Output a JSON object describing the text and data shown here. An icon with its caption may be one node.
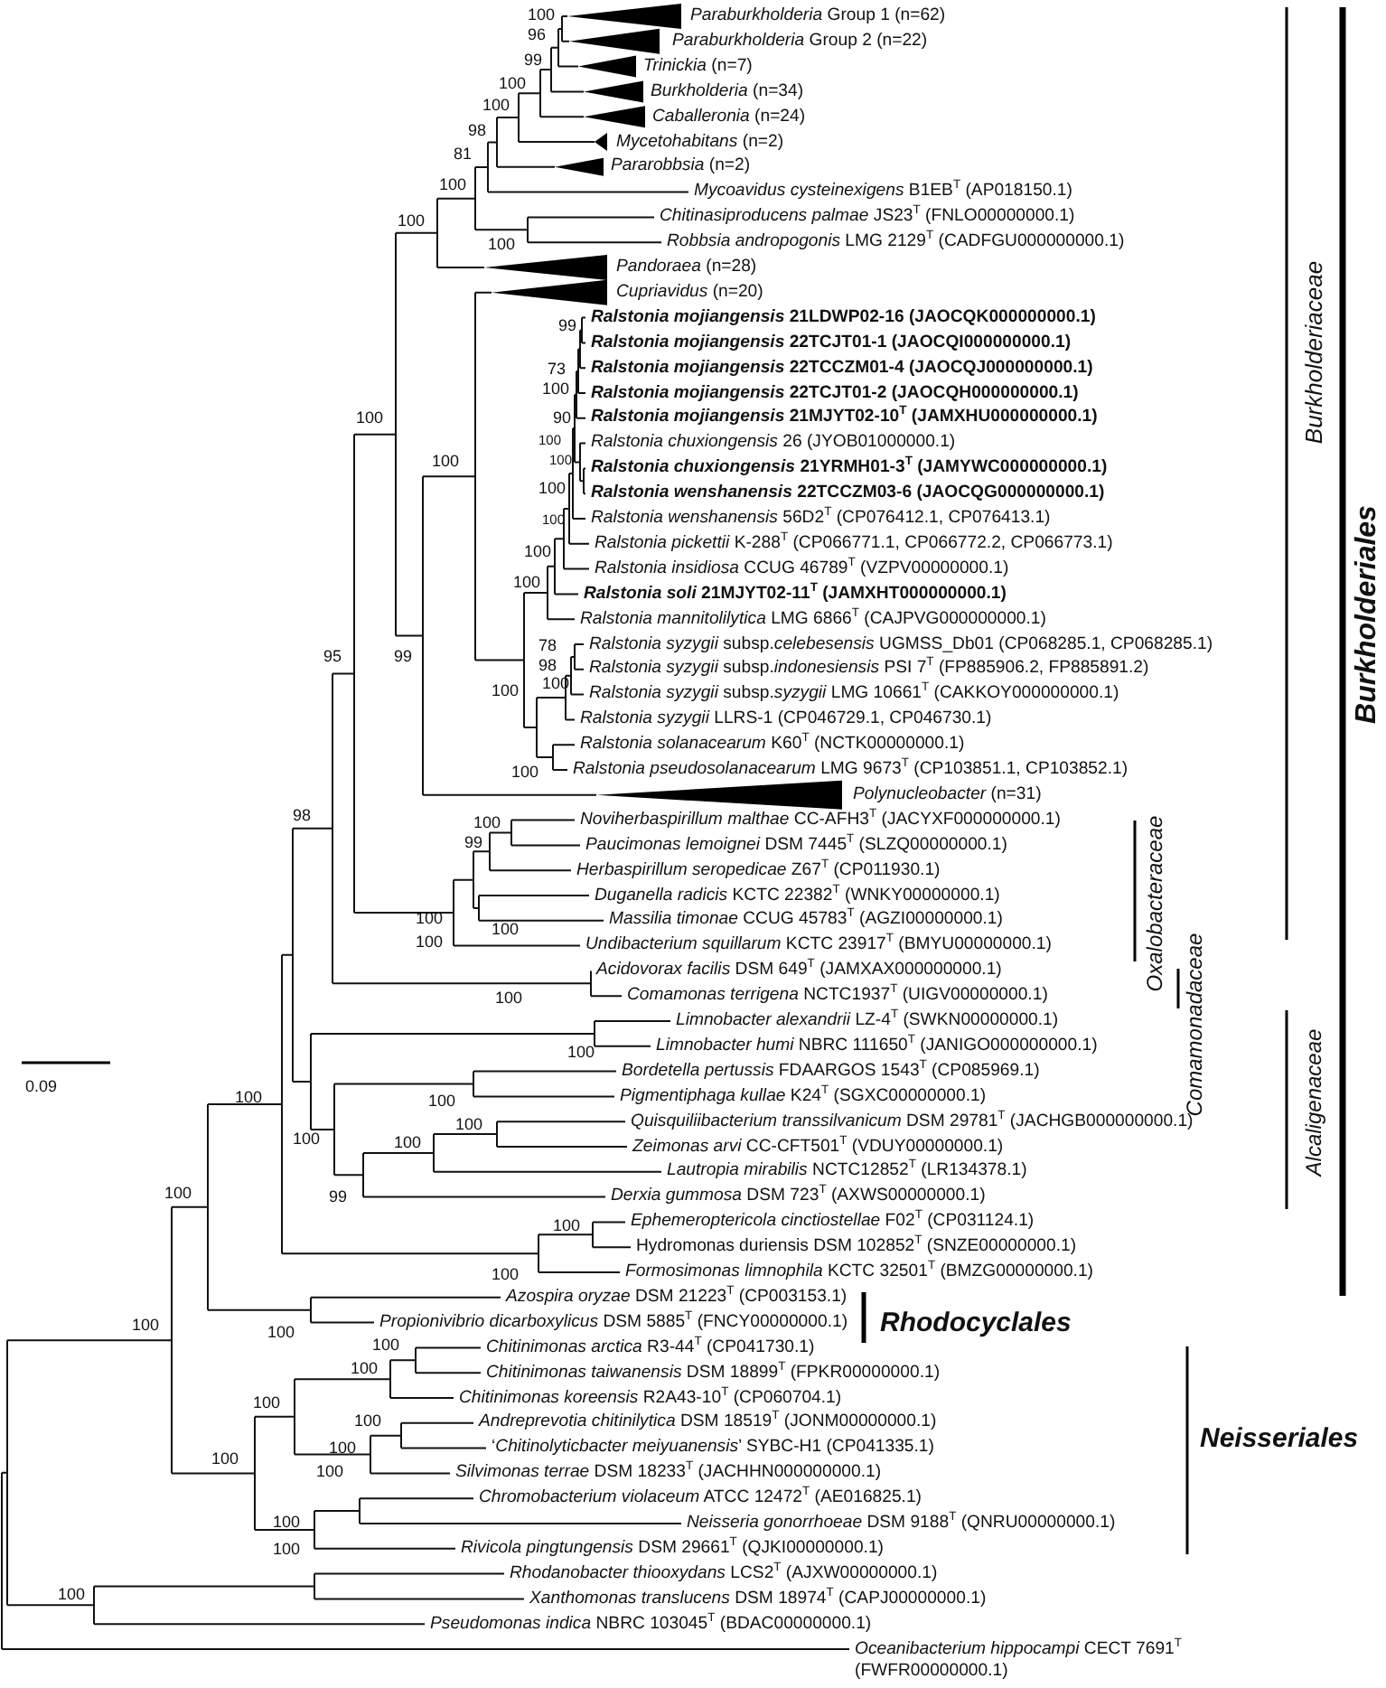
{
  "diagram": {
    "labels": [
      "*Paraburkholderia* Group 1 (n=62)",
      "*Paraburkholderia* Group 2 (n=22)",
      "*Trinickia* (n=7)",
      "*Burkholderia* (n=34)",
      "*Caballeronia* (n=24)",
      "*Mycetohabitans* (n=2)",
      "*Pararobbsia* (n=2)",
      "*Mycoavidus cysteinexigens* B1EB$^{T}$ (AP018150.1)",
      "*Chitinasiproducens palmae* JS23$^{T}$ (FNLO00000000.1)",
      "*Robbsia andropogonis* LMG 2129$^{T}$ (CADFGU000000000.1)",
      "*Pandoraea* (n=28)",
      "*Cupriavidus* (n=20)",
      "*Ralstonia mojiangensis* 21LDWP02-16 (JAOCQK000000000.1)",
      "*Ralstonia mojiangensis* 22TCJT01-1 (JAOCQI000000000.1)",
      "*Ralstonia mojiangensis* 22TCCZM01-4 (JAOCQJ000000000.1)",
      "*Ralstonia mojiangensis* 22TCJT01-2 (JAOCQH000000000.1)",
      "*Ralstonia mojiangensis* 21MJYT02-10$^{T}$ (JAMXHU000000000.1)",
      "*Ralstonia chuxiongensis* 26 (JYOB01000000.1)",
      "*Ralstonia chuxiongensis* 21YRMH01-3$^{T}$ (JAMYWC000000000.1)",
      "*Ralstonia wenshanensis* 22TCCZM03-6 (JAOCQG000000000.1)",
      "*Ralstonia wenshanensis* 56D2$^{T}$ (CP076412.1, CP076413.1)",
      "*Ralstonia pickettii* K-288$^{T}$ (CP066771.1, CP066772.2, CP066773.1)",
      "*Ralstonia insidiosa* CCUG 46789$^{T}$ (VZPV00000000.1)",
      "*Ralstonia soli* 21MJYT02-11$^{T}$ (JAMXHT000000000.1)",
      "*Ralstonia mannitolilytica* LMG 6866$^{T}$ (CAJPVG000000000.1)",
      "*Ralstonia syzygii* subsp.*celebesensis* UGMSS_Db01 (CP068285.1, CP068285.1)",
      "*Ralstonia syzygii* subsp.*indonesiensis* PSI 7$^{T}$ (FP885906.2, FP885891.2)",
      "*Ralstonia syzygii* subsp.*syzygii* LMG 10661$^{T}$ (CAKKOY000000000.1)",
      "*Ralstonia syzygii* LLRS-1 (CP046729.1, CP046730.1)",
      "*Ralstonia solanacearum* K60$^{T}$ (NCTK00000000.1)",
      "*Ralstonia pseudosolanacearum* LMG 9673$^{T}$ (CP103851.1, CP103852.1)",
      "*Polynucleobacter* (n=31)",
      "*Noviherbaspirillum malthae* CC-AFH3$^{T}$ (JACYXF000000000.1)",
      "*Paucimonas lemoignei* DSM 7445$^{T}$ (SLZQ00000000.1)",
      "*Herbaspirillum seropedicae* Z67$^{T}$ (CP011930.1)",
      "*Duganella radicis* KCTC 22382$^{T}$ (WNKY00000000.1)",
      "*Massilia timonae* CCUG 45783$^{T}$ (AGZI00000000.1)",
      "*Undibacterium squillarum* KCTC 23917$^{T}$ (BMYU00000000.1)",
      "*Acidovorax facilis* DSM 649$^{T}$ (JAMXAX000000000.1)",
      "*Comamonas terrigena* NCTC1937$^{T}$ (UIGV00000000.1)",
      "*Limnobacter alexandrii* LZ-4$^{T}$ (SWKN00000000.1)",
      "*Limnobacter humi* NBRC 111650$^{T}$ (JANIGO000000000.1)",
      "*Bordetella pertussis* FDAARGOS 1543$^{T}$ (CP085969.1)",
      "*Pigmentiphaga kullae* K24$^{T}$ (SGXC00000000.1)",
      "*Quisquiliibacterium transsilvanicum* DSM 29781$^{T}$ (JACHGB000000000.1)",
      "*Zeimonas arvi* CC-CFT501$^{T}$ (VDUY00000000.1)",
      "*Lautropia mirabilis* NCTC12852$^{T}$ (LR134378.1)",
      "*Derxia gummosa* DSM 723$^{T}$ (AXWS00000000.1)",
      "*Ephemeroptericola cinctiostellae* F02$^{T}$ (CP031124.1)",
      "Hydromonas duriensis DSM 102852$^{T}$ (SNZE00000000.1)",
      "*Formosimonas limnophila* KCTC 32501$^{T}$ (BMZG00000000.1)",
      "*Azospira oryzae* DSM 21223$^{T}$ (CP003153.1)",
      "*Propionivibrio dicarboxylicus* DSM 5885$^{T}$ (FNCY00000000.1)",
      "*Chitinimonas arctica* R3-44$^{T}$ (CP041730.1)",
      "*Chitinimonas taiwanensis* DSM 18899$^{T}$ (FPKR00000000.1)",
      "*Chitinimonas koreensis* R2A43-10$^{T}$ (CP060704.1)",
      "*Andreprevotia chitinilytica* DSM 18519$^{T}$ (JONM00000000.1)",
      "‘*Chitinolyticbacter meiyuanensis*’ SYBC-H1 (CP041335.1)",
      "*Silvimonas terrae* DSM 18233$^{T}$ (JACHHN000000000.1)",
      "*Chromobacterium violaceum* ATCC 12472$^{T}$ (AE016825.1)",
      "*Neisseria gonorrhoeae* DSM 9188$^{T}$ (QNRU00000000.1)",
      "*Rivicola pingtungensis* DSM 29661$^{T}$ (QJKI00000000.1)",
      "*Rhodanobacter thiooxydans* LCS2$^{T}$ (AJXW00000000.1)",
      "*Xanthomonas translucens* DSM 18974$^{T}$ (CAPJ00000000.1)",
      "*Pseudomonas indica* NBRC 103045$^{T}$ (BDAC00000000.1)",
      "*Oceanibacterium hippocampi* CECT 7691$^{T}$ (FWFR00000000.1)",
      "100",
      "96",
      "99",
      "100",
      "100",
      "98",
      "81",
      "100",
      "100",
      "100",
      "99",
      "73",
      "100",
      "100",
      "90",
      "100",
      "100",
      "100",
      "100",
      "100",
      "100",
      "100",
      "78",
      "95",
      "99",
      "98",
      "100",
      "100",
      "100",
      "98",
      "100",
      "99",
      "100",
      "100",
      "100",
      "100",
      "100",
      "100",
      "100",
      "100",
      "100",
      "100",
      "100",
      "99",
      "100",
      "100",
      "100",
      "100",
      "100",
      "100",
      "100",
      "100",
      "100",
      "100",
      "100",
      "100",
      "100",
      "100",
      "Burkholderiaceae",
      "Burkholderiales",
      "Oxalobacteraceae",
      "Comamonadaceae",
      "Alcaligenaceae",
      "Rhodocyclales",
      "Neisseriales",
      "0.09"
    ]
  }
}
